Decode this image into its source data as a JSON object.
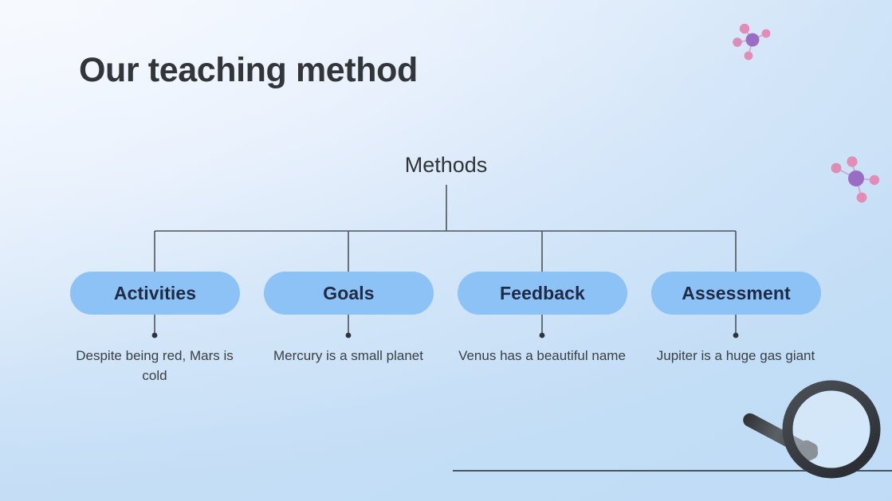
{
  "slide": {
    "title": "Our teaching method",
    "background_top": "#edf4fe",
    "background_bottom": "#c6dff6"
  },
  "diagram": {
    "root_label": "Methods",
    "node_fill": "#8cc2f6",
    "node_text_color": "#1f2a44",
    "connector_color": "#4d545c",
    "nodes": [
      {
        "label": "Activities",
        "caption": "Despite being red, Mars is cold"
      },
      {
        "label": "Goals",
        "caption": "Mercury is a small planet"
      },
      {
        "label": "Feedback",
        "caption": "Venus has a beautiful name"
      },
      {
        "label": "Assessment",
        "caption": "Jupiter is a huge gas giant"
      }
    ]
  },
  "decorations": {
    "molecule_center_color": "#9b6fc4",
    "molecule_node_color": "#e08fb8",
    "magnifier_color": "#3f4349"
  }
}
